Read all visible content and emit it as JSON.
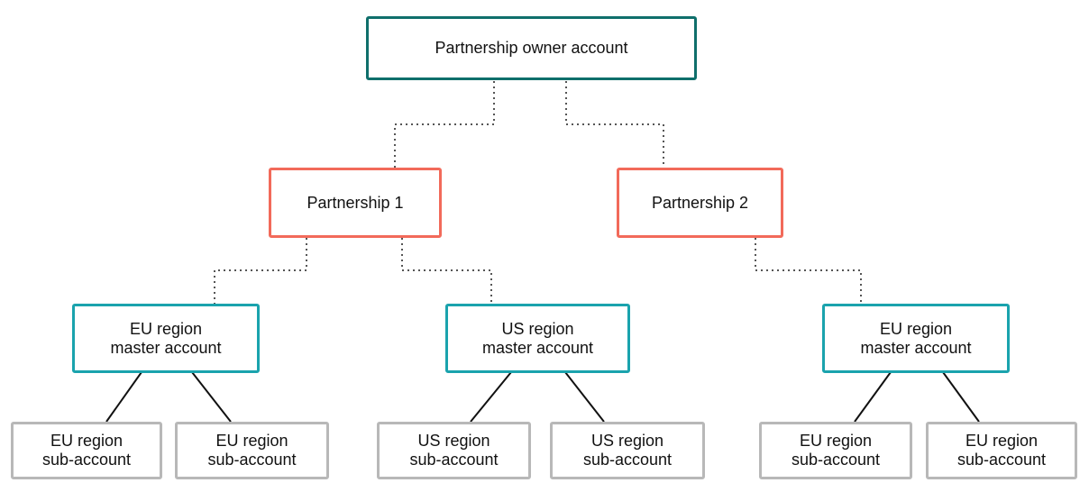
{
  "nodes": {
    "owner": {
      "label": "Partnership owner account"
    },
    "partnership_1": {
      "label": "Partnership 1"
    },
    "partnership_2": {
      "label": "Partnership 2"
    },
    "p1_eu_master": {
      "line1": "EU region",
      "line2": "master account"
    },
    "p1_us_master": {
      "line1": "US region",
      "line2": "master account"
    },
    "p2_eu_master": {
      "line1": "EU region",
      "line2": "master account"
    },
    "p1_eu_sub_a": {
      "line1": "EU region",
      "line2": "sub-account"
    },
    "p1_eu_sub_b": {
      "line1": "EU region",
      "line2": "sub-account"
    },
    "p1_us_sub_a": {
      "line1": "US region",
      "line2": "sub-account"
    },
    "p1_us_sub_b": {
      "line1": "US region",
      "line2": "sub-account"
    },
    "p2_eu_sub_a": {
      "line1": "EU region",
      "line2": "sub-account"
    },
    "p2_eu_sub_b": {
      "line1": "EU region",
      "line2": "sub-account"
    }
  },
  "colors": {
    "owner_border": "#0f6f6b",
    "partnership_border": "#f26a5a",
    "master_border": "#1aa3ad",
    "sub_border": "#b8b8b8",
    "dotted_connector": "#555555",
    "solid_connector": "#111111"
  }
}
